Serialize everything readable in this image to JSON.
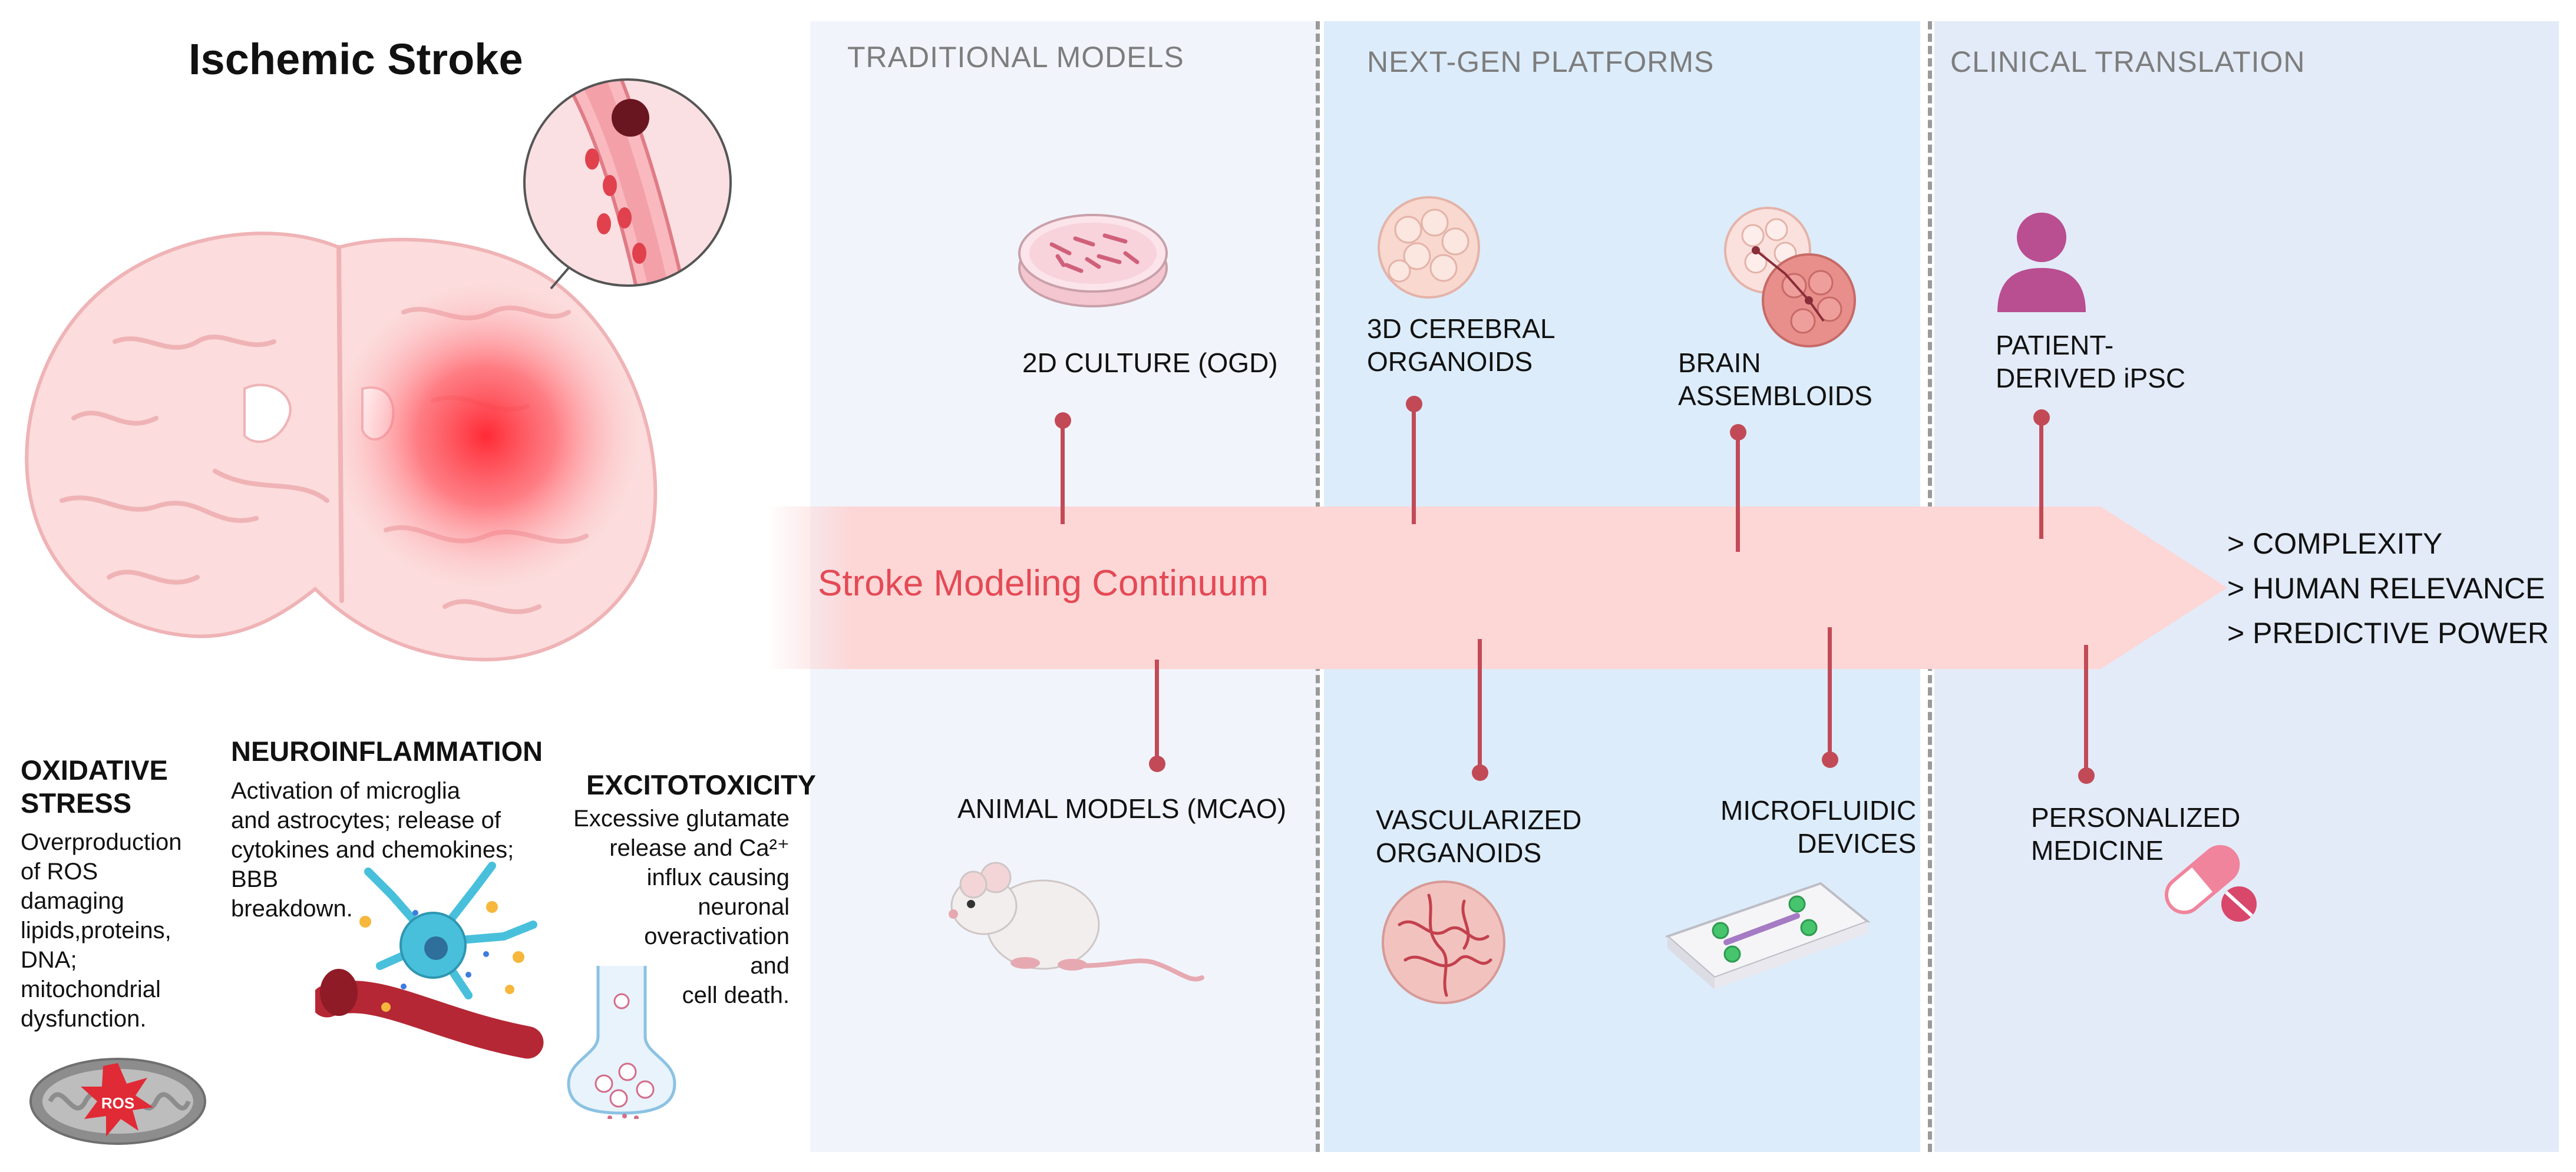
{
  "title": "Ischemic Stroke",
  "colors": {
    "traditional_band": "#f1f5fb",
    "nextgen_band": "#dcecfa",
    "clinical_band": "#e3ebf8",
    "arrow": "#fdd6d6",
    "arrow_text": "#e44a55",
    "pin": "#c24a57",
    "patient_icon": "#b94e91",
    "pill": "#f0849c"
  },
  "sections": {
    "traditional": "TRADITIONAL MODELS",
    "nextgen": "NEXT-GEN PLATFORMS",
    "clinical": "CLINICAL TRANSLATION"
  },
  "arrow_label": "Stroke Modeling Continuum",
  "outcomes": [
    "> COMPLEXITY",
    "> HUMAN RELEVANCE",
    "> PREDICTIVE POWER"
  ],
  "models": {
    "culture_2d": "2D CULTURE (OGD)",
    "animal": "ANIMAL MODELS (MCAO)",
    "organoids_3d": "3D CEREBRAL\nORGANOIDS",
    "vascularized": "VASCULARIZED\nORGANOIDS",
    "assembloids": "BRAIN\nASSEMBLOIDS",
    "microfluidic": "MICROFLUIDIC\nDEVICES",
    "ipsc": "PATIENT-\nDERIVED iPSC",
    "personalized": "PERSONALIZED\nMEDICINE"
  },
  "mechanisms": {
    "oxidative": {
      "title": "OXIDATIVE\nSTRESS",
      "text": "Overproduction\nof ROS\ndamaging\nlipids,proteins,\nDNA;\nmitochondrial\ndysfunction."
    },
    "neuroinflammation": {
      "title": "NEUROINFLAMMATION",
      "text": "Activation of microglia\nand astrocytes; release of\ncytokines and chemokines;\nBBB\nbreakdown."
    },
    "excitotoxicity": {
      "title": "EXCITOTOXICITY",
      "text": "Excessive glutamate\nrelease and Ca²⁺\ninflux causing\nneuronal\noveractivation\nand\ncell death."
    }
  },
  "ros_label": "ROS",
  "icons": [
    "brain-infarct-icon",
    "blood-vessel-clot-icon",
    "petri-dish-icon",
    "mouse-icon",
    "organoid-icon",
    "assembloid-icon",
    "vascularized-organoid-icon",
    "microfluidic-chip-icon",
    "patient-icon",
    "pill-icon",
    "mitochondrion-icon",
    "neuron-icon",
    "synapse-icon"
  ]
}
